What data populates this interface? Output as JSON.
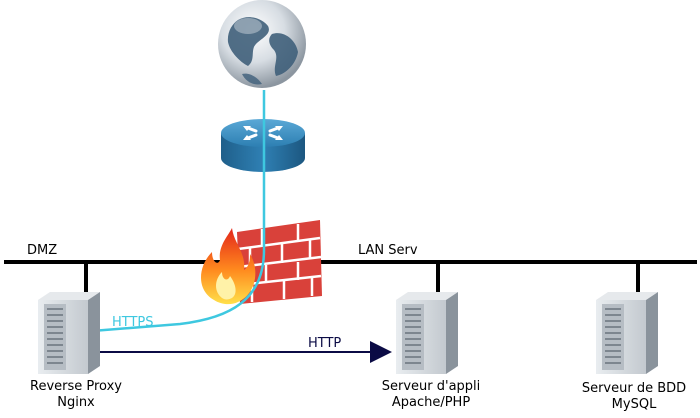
{
  "zones": {
    "dmz": "DMZ",
    "lan": "LAN Serv"
  },
  "flows": {
    "https": "HTTPS",
    "http": "HTTP"
  },
  "nodes": {
    "internet": {
      "icon": "globe-icon"
    },
    "router": {
      "icon": "router-icon"
    },
    "firewall": {
      "icon": "firewall-icon"
    },
    "reverse_proxy": {
      "line1": "Reverse Proxy",
      "line2": "Nginx",
      "icon": "server-icon"
    },
    "app_server": {
      "line1": "Serveur d'appli",
      "line2": "Apache/PHP",
      "icon": "server-icon"
    },
    "db_server": {
      "line1": "Serveur de BDD",
      "line2": "MySQL",
      "icon": "server-icon"
    }
  },
  "colors": {
    "https_flow": "#3ec8e0",
    "http_flow": "#0b0b45",
    "network_line": "#000000",
    "firewall_brick": "#d9413a",
    "router_body": "#2f7fb0"
  }
}
